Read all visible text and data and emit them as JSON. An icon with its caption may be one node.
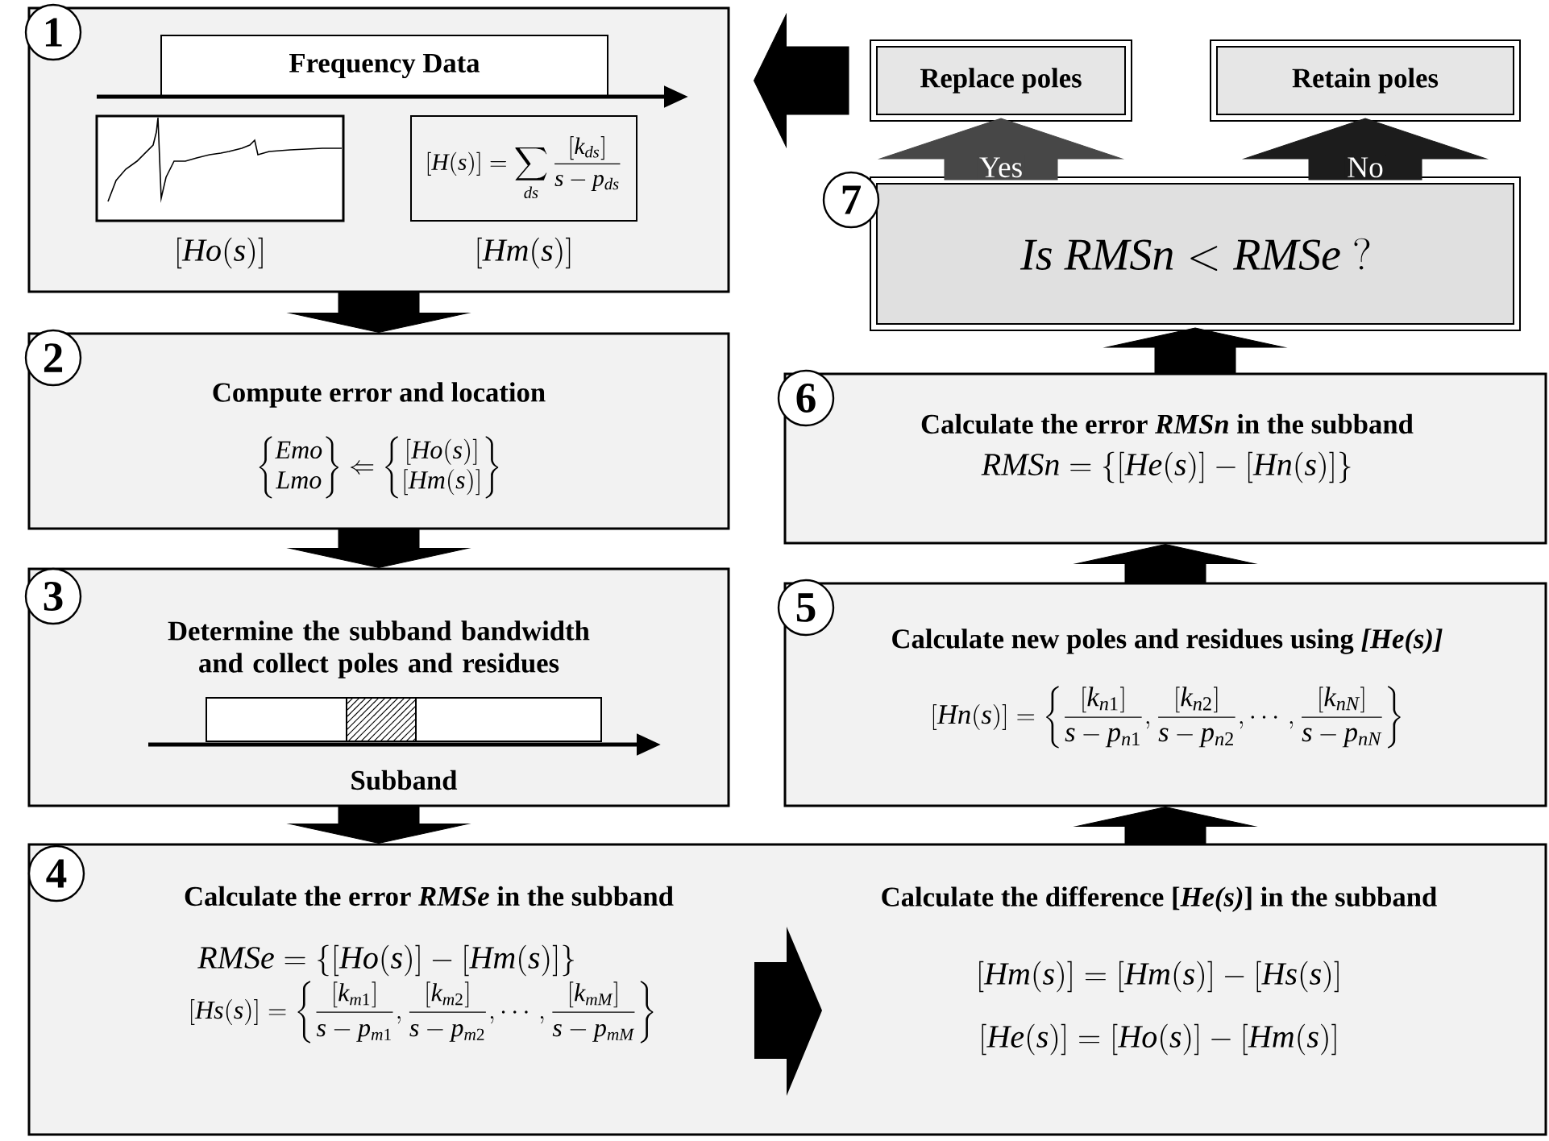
{
  "diagram": {
    "nodes": [
      {
        "text": [
          "1"
        ]
      },
      {
        "text": [
          "Frequency Data"
        ],
        "in": 0
      },
      {
        "text": [],
        "shape": "picture",
        "in": 0,
        "beside": [
          "\\left[Ho(s)\\right]"
        ]
      },
      {
        "text": [
          "[H(s)]=\\sum_{ds}\\frac{[k_{ds}]}{s-p_{ds}}"
        ],
        "in": 0,
        "beside": [
          "\\left[Hm(s)\\right]"
        ]
      },
      {
        "text": [
          "2",
          "Compute error and location",
          "\\begin{Bmatrix}Emo\\\\ Lmo\\end{Bmatrix}\\Leftarrow\\begin{Bmatrix}{[Ho(s)]}\\\\ {[Hm(s)]}\\end{Bmatrix}"
        ]
      },
      {
        "text": [
          "3",
          "Determine the subband bandwidth and collect poles and residues"
        ]
      },
      {
        "text": [],
        "shape": "bar",
        "in": 5,
        "beside": [
          "Subband"
        ]
      },
      {
        "text": [
          "4",
          "Calculate the error *RMSe* in the subband",
          "RMSe=\\left\\{\\left[Ho(s)\\right]-\\left[Hm(s)\\right]\\right\\}",
          "[Hs(s)]=\\left\\{\\frac{[k_{m1}]}{s-p_{m1}},\\frac{[k_{m2}]}{s-p_{m2}},\\cdots,\\frac{[k_{mM}]}{s-p_{mM}}\\right\\}",
          "Calculate the difference [*He(s)*] in the subband",
          "\\left[Hm(s)\\right]=\\left[Hm(s)\\right]-\\left[Hs(s)\\right]",
          "\\left[He(s)\\right]=\\left[Ho(s)\\right]-\\left[Hm(s)\\right]"
        ]
      },
      {
        "text": [
          "5",
          "Calculate new poles and residues using *[He(s)]*",
          "[Hn(s)]=\\left\\{\\frac{[k_{n1}]}{s-p_{n1}},\\frac{[k_{n2}]}{s-p_{n2}},\\cdots,\\frac{[k_{nN}]}{s-p_{nN}}\\right\\}"
        ]
      },
      {
        "text": [
          "6",
          "Calculate the error *RMSn* in the subband",
          "RMSn=\\left\\{\\left[He(s)\\right]-\\left[Hn(s)\\right]\\right\\}"
        ]
      },
      {
        "text": [
          "7",
          "Is\\ RMSn<RMSe\\ ?"
        ]
      },
      {
        "text": [
          "Replace poles"
        ]
      },
      {
        "text": [
          "Retain poles"
        ]
      }
    ],
    "edges": [
      {
        "from": 0,
        "to": 4,
        "arrow": "to"
      },
      {
        "from": 4,
        "to": 5,
        "arrow": "to"
      },
      {
        "from": 5,
        "to": 7,
        "arrow": "to"
      },
      {
        "from": 7,
        "to": 8,
        "arrow": "to"
      },
      {
        "from": 8,
        "to": 9,
        "arrow": "to"
      },
      {
        "from": 9,
        "to": 10,
        "arrow": "to"
      },
      {
        "from": 10,
        "to": 11,
        "arrow": "to",
        "label": "Yes",
        "color": "#474747"
      },
      {
        "from": 10,
        "to": 12,
        "arrow": "to",
        "label": "No",
        "color": "#1c1c1c"
      },
      {
        "from": 11,
        "to": 0,
        "arrow": "to"
      }
    ]
  }
}
